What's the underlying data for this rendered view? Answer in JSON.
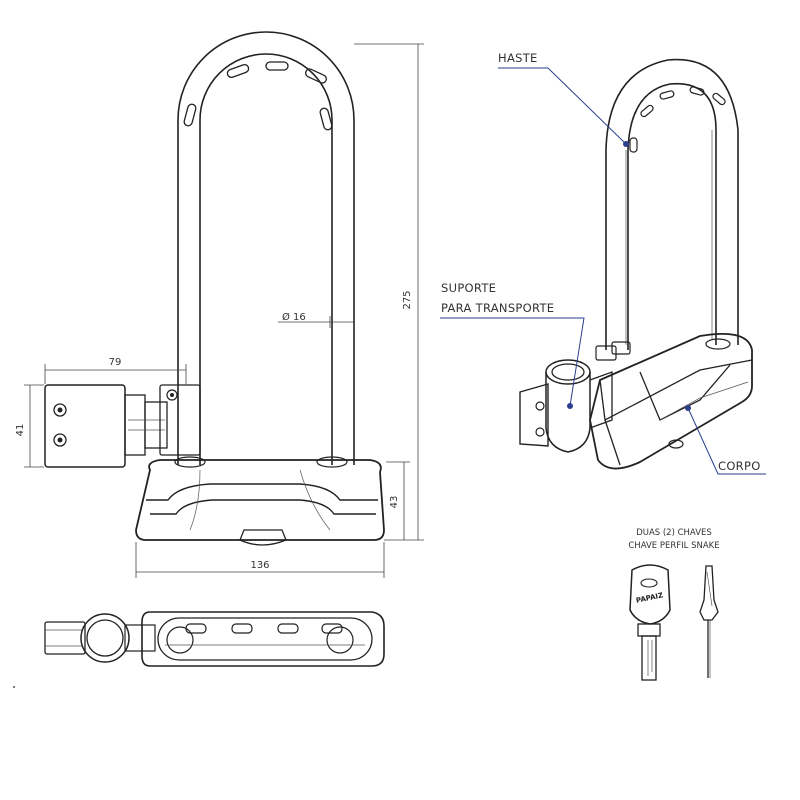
{
  "dimensions": {
    "width_79": "79",
    "height_41": "41",
    "height_275": "275",
    "diameter_16": "Ø 16",
    "width_136": "136",
    "height_43": "43"
  },
  "callouts": {
    "haste": "HASTE",
    "suporte_line1": "SUPORTE",
    "suporte_line2": "PARA TRANSPORTE",
    "corpo": "CORPO"
  },
  "keys": {
    "line1": "DUAS (2)  CHAVES",
    "line2": "CHAVE PERFIL SNAKE",
    "brand": "PAPAIZ"
  },
  "colors": {
    "callout_blue": "#2a3f8f",
    "line": "#222222"
  }
}
